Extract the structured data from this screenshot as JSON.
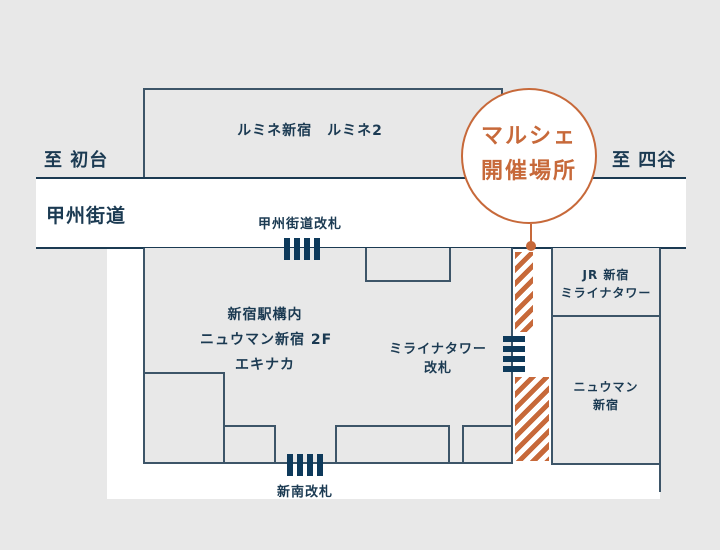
{
  "map": {
    "title": "マルシェ開催場所",
    "directions": {
      "west": "至 初台",
      "east": "至 四谷"
    },
    "street": "甲州街道",
    "buildings": {
      "lumine": "ルミネ新宿　ルミネ2",
      "jr_mirai_line1": "JR 新宿",
      "jr_mirai_line2": "ミライナタワー",
      "newoman_line1": "ニュウマン",
      "newoman_line2": "新宿"
    },
    "station_interior": {
      "line1": "新宿駅構内",
      "line2": "ニュウマン新宿 2F",
      "line3": "エキナカ"
    },
    "gates": {
      "koshu": "甲州街道改札",
      "mirai_line1": "ミライナタワー",
      "mirai_line2": "改札",
      "shinminami": "新南改札"
    },
    "marker": {
      "line1": "マルシェ",
      "line2": "開催場所"
    },
    "colors": {
      "accent": "#c7693a",
      "navy": "#1b3a52",
      "gate": "#0e3a5b",
      "background": "#e8e8e8"
    }
  }
}
